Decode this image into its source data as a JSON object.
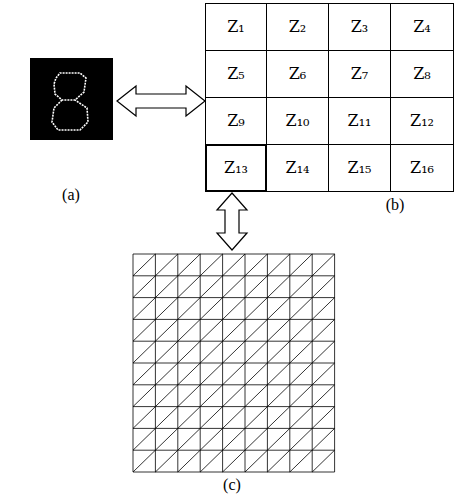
{
  "diagram": {
    "nodes": [
      {
        "text": [
          "Z₁"
        ]
      },
      {
        "text": [
          "Z₂"
        ]
      },
      {
        "text": [
          "Z₃"
        ]
      },
      {
        "text": [
          "Z₄"
        ]
      },
      {
        "text": [
          "Z₅"
        ]
      },
      {
        "text": [
          "Z₆"
        ]
      },
      {
        "text": [
          "Z₇"
        ]
      },
      {
        "text": [
          "Z₈"
        ]
      },
      {
        "text": [
          "Z₉"
        ]
      },
      {
        "text": [
          "Z₁₀"
        ]
      },
      {
        "text": [
          "Z₁₁"
        ]
      },
      {
        "text": [
          "Z₁₂"
        ]
      },
      {
        "text": [
          "Z₁₃"
        ]
      },
      {
        "text": [
          "Z₁₄"
        ]
      },
      {
        "text": [
          "Z₁₅"
        ]
      },
      {
        "text": [
          "Z₁₆"
        ]
      }
    ],
    "labels": [
      "(a)",
      "(b)",
      "(c)"
    ]
  }
}
